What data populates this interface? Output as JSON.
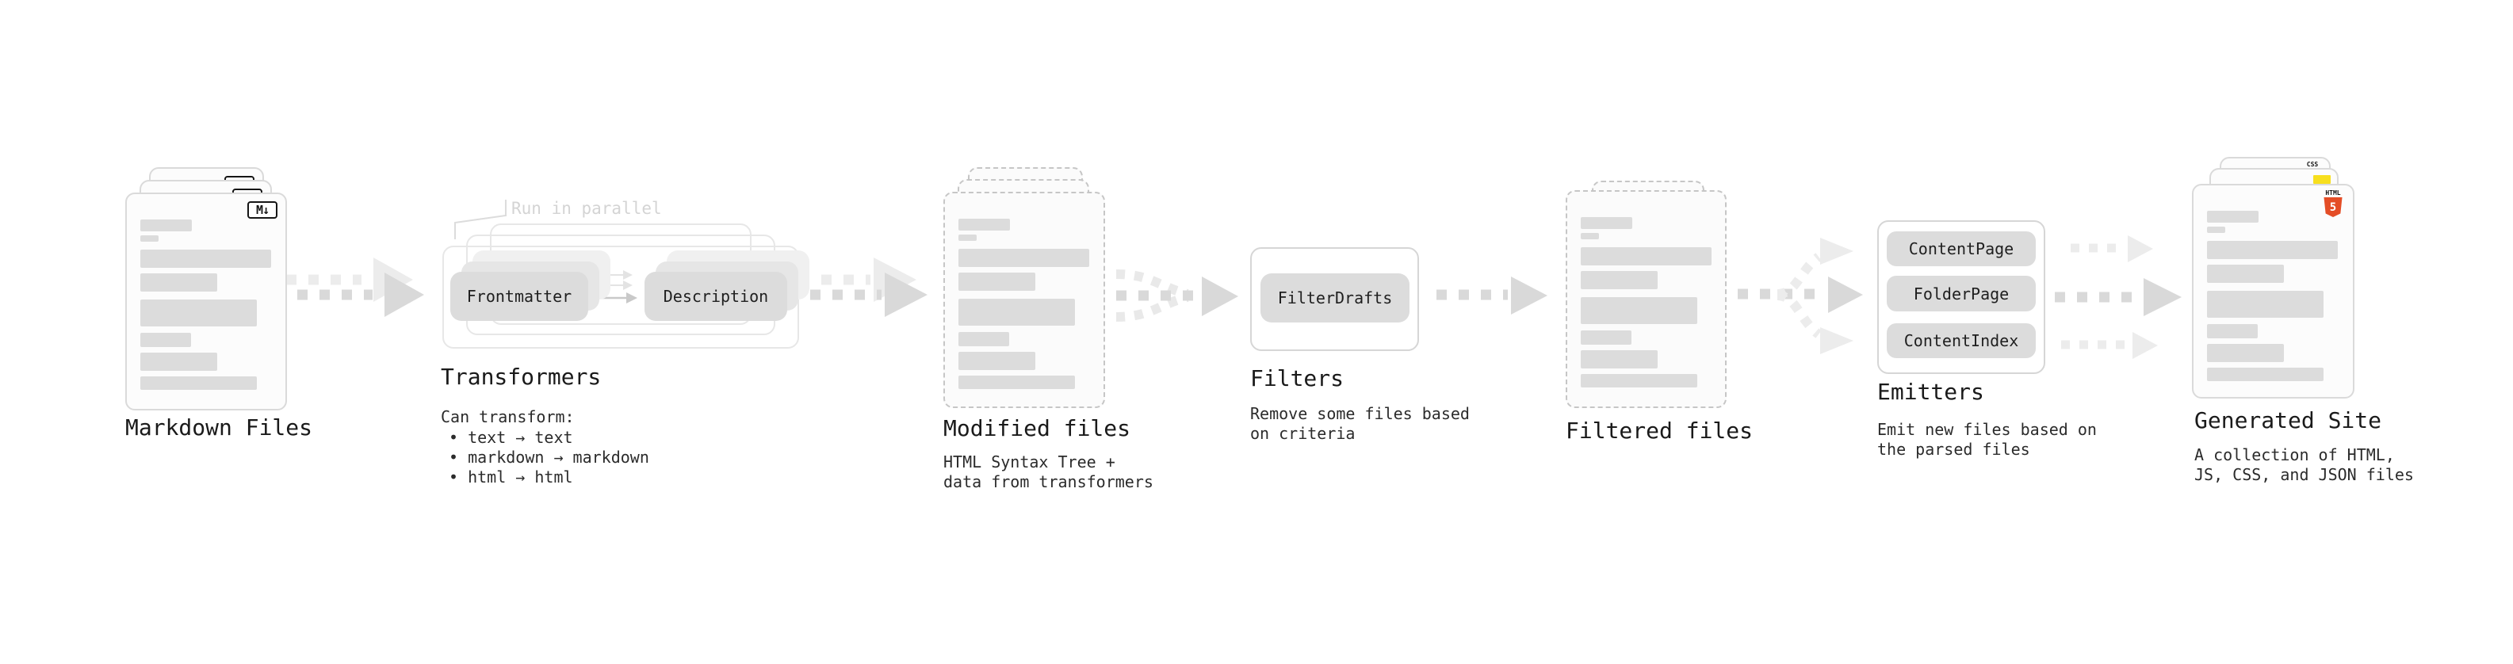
{
  "nodes": {
    "markdown_files": {
      "label": "Markdown Files",
      "file_icon": "M↓"
    },
    "transformers": {
      "callout": "Run in parallel",
      "chip_frontmatter": "Frontmatter",
      "chip_description": "Description",
      "label": "Transformers",
      "note_title": "Can transform:",
      "bullets": [
        "• text → text",
        "• markdown → markdown",
        "• html → html"
      ]
    },
    "modified_files": {
      "label": "Modified files",
      "note": [
        "HTML Syntax Tree +",
        "data from transformers"
      ]
    },
    "filters": {
      "chip": "FilterDrafts",
      "label": "Filters",
      "note": [
        "Remove some files based",
        "on criteria"
      ]
    },
    "filtered_files": {
      "label": "Filtered files"
    },
    "emitters": {
      "chips": [
        "ContentPage",
        "FolderPage",
        "ContentIndex"
      ],
      "label": "Emitters",
      "note": [
        "Emit new files based on",
        "the parsed files"
      ]
    },
    "generated_site": {
      "label": "Generated Site",
      "note": [
        "A collection of HTML,",
        "JS, CSS, and JSON files"
      ],
      "badge_css_word": "CSS",
      "badge_html_word": "HTML",
      "badge_html_number": "5"
    }
  },
  "colors": {
    "background": "#ffffff",
    "card_border": "#dadada",
    "dashed_border": "#c6c6c6",
    "skeleton": "#dcdcdc",
    "chip_fill": "#dcdcdc",
    "ghost_chip_near": "#e6e6e6",
    "ghost_chip_far": "#f0f0f0",
    "arrow_dark": "#d9d9d9",
    "arrow_light": "#ececec",
    "callout_text": "#d4d4d4",
    "title_text": "#1a1a1a",
    "html5_orange": "#e44d26",
    "js_yellow": "#f7df1e",
    "css_blue": "#2965f1",
    "markdown_icon_color": "#151515"
  }
}
